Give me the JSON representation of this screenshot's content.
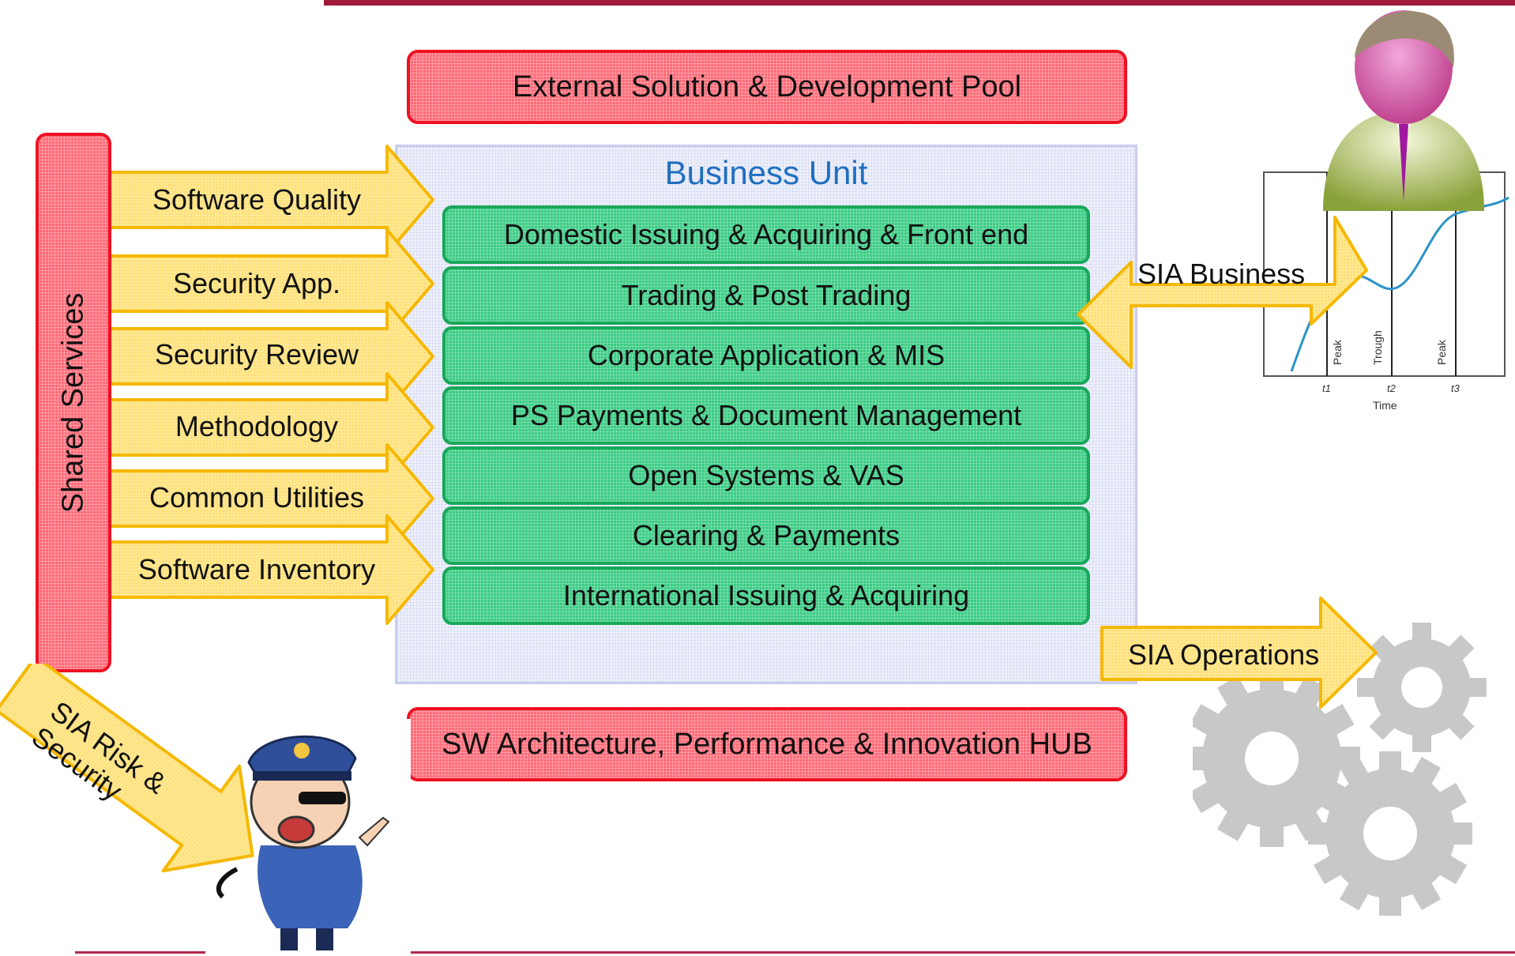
{
  "external_pool": "External Solution & Development Pool",
  "hub": "SW Architecture, Performance & Innovation HUB",
  "business_unit": {
    "title": "Business Unit",
    "items": [
      "Domestic Issuing & Acquiring & Front end",
      "Trading & Post Trading",
      "Corporate Application & MIS",
      "PS Payments & Document Management",
      "Open Systems & VAS",
      "Clearing & Payments",
      "International Issuing & Acquiring"
    ]
  },
  "shared_services": {
    "title": "Shared Services",
    "items": [
      "Software Quality",
      "Security App.",
      "Security Review",
      "Methodology",
      "Common Utilities",
      "Software Inventory"
    ]
  },
  "sia_business": "SIA Business",
  "sia_operations": "SIA Operations",
  "sia_risk": "SIA Risk & Security",
  "chart_ticks": {
    "peak1": "Peak",
    "trough": "Trough",
    "peak2": "Peak",
    "t1": "t1",
    "t2": "t2",
    "t3": "t3",
    "time": "Time"
  },
  "colors": {
    "red_fill": "#ff6b78",
    "red_border": "#ee1122",
    "green_fill": "#3dcc86",
    "green_border": "#18a85a",
    "yellow_fill": "#ffe07a",
    "yellow_border": "#f5b800",
    "title_blue": "#1e6fc0"
  },
  "icons": [
    "person-icon",
    "policeman-icon",
    "gears-icon",
    "business-cycle-chart"
  ]
}
